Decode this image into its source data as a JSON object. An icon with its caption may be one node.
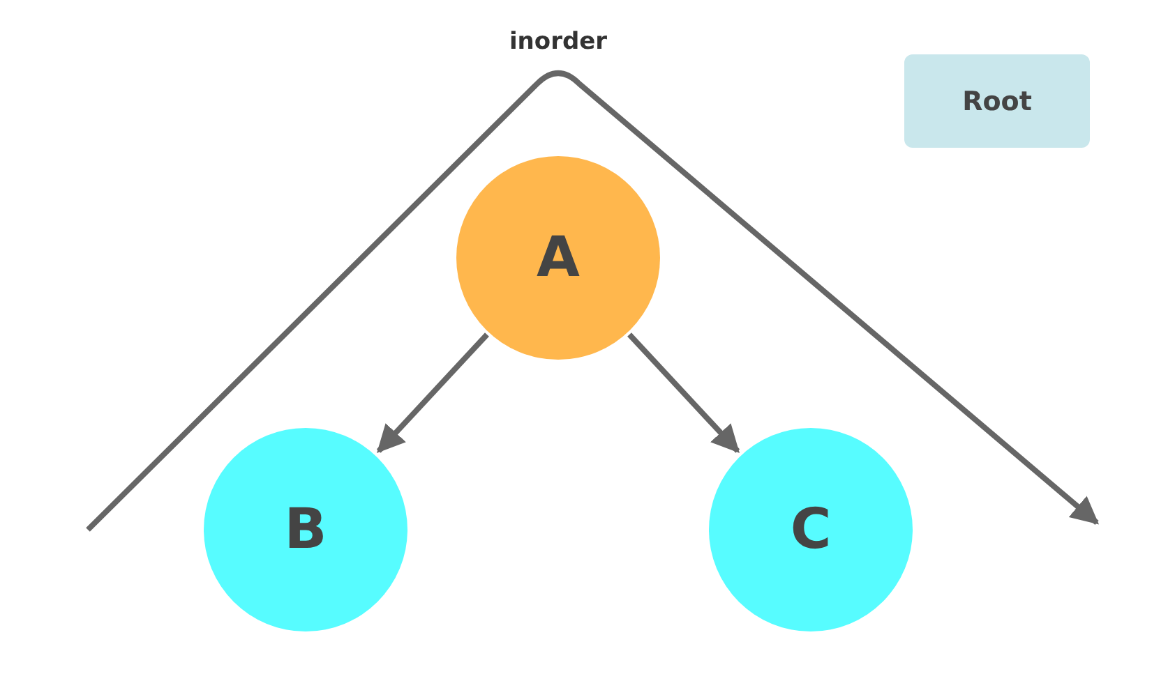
{
  "diagram": {
    "nodes": [
      {
        "text": [
          "A"
        ]
      },
      {
        "text": [
          "B"
        ]
      },
      {
        "text": [
          "C"
        ]
      },
      {
        "text": [
          "Root"
        ]
      }
    ],
    "edges": [
      {
        "from": 0,
        "to": 1,
        "arrow": "to"
      },
      {
        "from": 0,
        "to": 2,
        "arrow": "to"
      }
    ],
    "labels": [
      "inorder"
    ]
  }
}
